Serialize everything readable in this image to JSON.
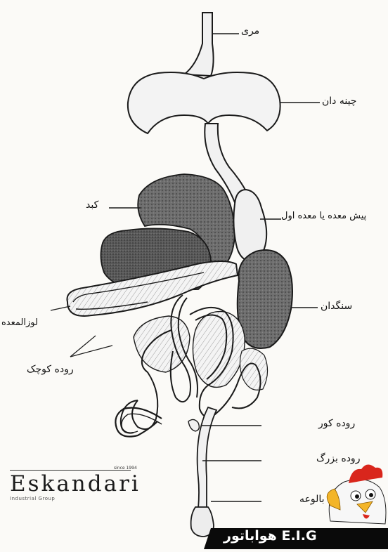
{
  "labels": {
    "esophagus": "مری",
    "crop": "چینه دان",
    "liver": "کبد",
    "proventriculus": "پیش معده یا معده اول",
    "gizzard": "سنگدان",
    "pancreas": "لوزالمعده",
    "small_intestine": "روده کوچک",
    "cecum": "روده کور",
    "large_intestine": "روده بزرگ",
    "cloaca": "بالوعه"
  },
  "logo": {
    "name": "Eskandari",
    "since": "since 1994",
    "subtitle": "Industrial Group"
  },
  "banner": {
    "text": "هواباتور E.I.G"
  },
  "colors": {
    "ink": "#1a1a1a",
    "organ_dark": "#6e6e6e",
    "organ_light": "#efefef",
    "background": "#fbfaf7",
    "banner": "#0a0a0a",
    "mascot_red": "#d9261c",
    "mascot_yellow": "#f3b529"
  }
}
